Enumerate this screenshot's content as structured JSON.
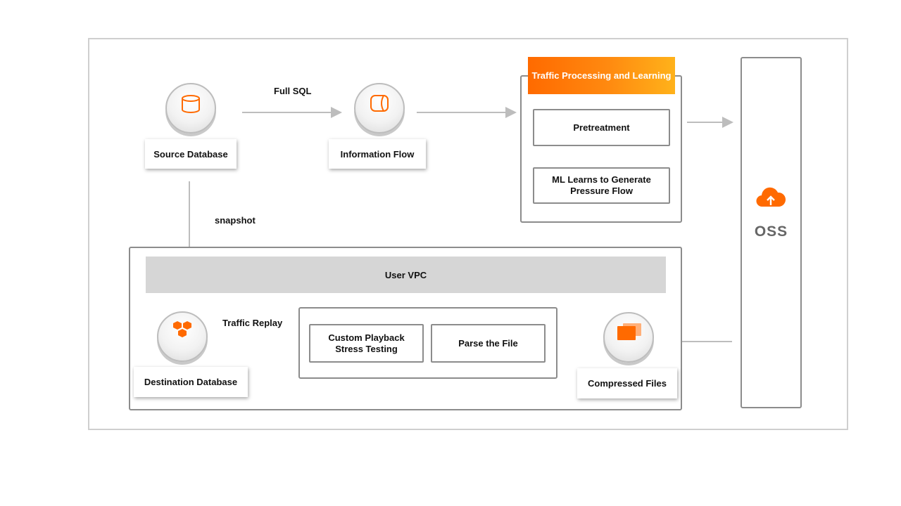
{
  "source_db": {
    "label": "Source Database",
    "icon": "database-icon"
  },
  "info_flow": {
    "label": "Information Flow",
    "icon": "cylinder-icon"
  },
  "edge_full_sql": "Full SQL",
  "edge_snapshot": "snapshot",
  "edge_traffic_replay": "Traffic Replay",
  "traffic_processing": {
    "title": "Traffic Processing and Learning",
    "steps": [
      "Pretreatment",
      "ML Learns to Generate Pressure Flow"
    ]
  },
  "oss": {
    "label": "OSS",
    "icon": "cloud-upload-icon"
  },
  "user_vpc": {
    "title": "User VPC",
    "custom_playback": "Custom Playback Stress Testing",
    "parse_file": "Parse the File"
  },
  "compressed_files": {
    "label": "Compressed Files",
    "icon": "files-icon"
  },
  "destination_db": {
    "label": "Destination Database",
    "icon": "hexagon-cluster-icon"
  },
  "colors": {
    "accent": "#ff6a00",
    "gradient_end": "#ffb21a",
    "line": "#bdbdbd",
    "border": "#8c8c8c"
  }
}
